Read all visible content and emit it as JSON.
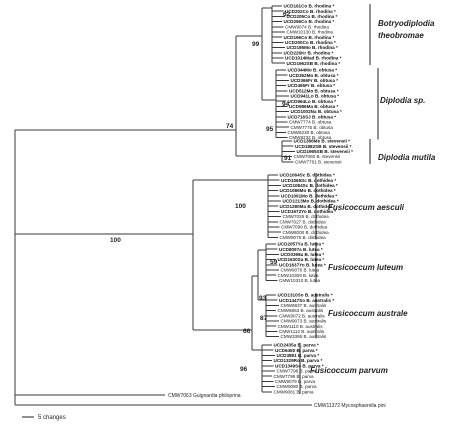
{
  "clades": {
    "botryo": {
      "name_line1": "Botryodiplodia",
      "name_line2": "theobromae",
      "taxa": [
        {
          "label": "UCD191Co B. rhodina *",
          "bold": true
        },
        {
          "label": "UCD202Co B. rhodina *",
          "bold": true
        },
        {
          "label": "UCD205Co B. rhodina *",
          "bold": true
        },
        {
          "label": "UCD256Co B. rhodina *",
          "bold": true
        },
        {
          "label": "CMW9074 B. rhodina",
          "bold": false
        },
        {
          "label": "CMW10130 B. rhodina",
          "bold": false
        },
        {
          "label": "UCD196Co B. rhodina *",
          "bold": true
        },
        {
          "label": "UCD200Co B. rhodina *",
          "bold": true
        },
        {
          "label": "UCD195Mo B. rhodina *",
          "bold": true
        },
        {
          "label": "UCD226Kr B. rhodina *",
          "bold": true
        },
        {
          "label": "UCD1014Mad B. rhodina *",
          "bold": true
        },
        {
          "label": "UCD1962SB B. rhodina *",
          "bold": true
        }
      ]
    },
    "diplodia_sp": {
      "name": "Diplodia sp.",
      "taxa": [
        {
          "label": "UCD344Mo B. obtusa *",
          "bold": true
        },
        {
          "label": "UCD352Mo B. obtusa *",
          "bold": true
        },
        {
          "label": "UCD366Fr B. obtusa *",
          "bold": true
        },
        {
          "label": "UCD465Fr B. obtusa *",
          "bold": true
        },
        {
          "label": "UCD512Mo B. obtusa *",
          "bold": true
        },
        {
          "label": "UCD941Lo B. obtusa *",
          "bold": true
        },
        {
          "label": "UCD964Lo B. obtusa *",
          "bold": true
        },
        {
          "label": "UCD986Ma B. obtusa *",
          "bold": true
        },
        {
          "label": "UCD1002Na B. obtusa *",
          "bold": true
        },
        {
          "label": "UCD716SJ B. obtusa *",
          "bold": true
        },
        {
          "label": "CMW7774 B. obtusa",
          "bold": false
        },
        {
          "label": "CMW7775 B. obtusa",
          "bold": false
        },
        {
          "label": "CMW8230 B. obtusa",
          "bold": false
        },
        {
          "label": "CMW8232 B. obtusa",
          "bold": false
        }
      ]
    },
    "mutila": {
      "name": "Diplodia mutila",
      "taxa": [
        {
          "label": "UCD1386Me B. stevensii *",
          "bold": true
        },
        {
          "label": "UCD1882SB B. stevensii *",
          "bold": true
        },
        {
          "label": "UCD1965SB B. stevensii *",
          "bold": true
        },
        {
          "label": "CMW7060 B. stevensii",
          "bold": false
        },
        {
          "label": "CMW7761 B. stevensii",
          "bold": false
        }
      ]
    },
    "aesculi": {
      "name": "Fusicoccum aesculi",
      "taxa": [
        {
          "label": "UCD1064Sc B. dothidea *",
          "bold": true
        },
        {
          "label": "UCD1065Sc B. dothidea *",
          "bold": true
        },
        {
          "label": "UCD1084Sc B. dothidea *",
          "bold": true
        },
        {
          "label": "UCD1086Mo B. dothidea *",
          "bold": true
        },
        {
          "label": "UCD1091Mo B. dothidea *",
          "bold": true
        },
        {
          "label": "UCD1213Mo B. dothidea *",
          "bold": true
        },
        {
          "label": "UCD1280Ma B. dothidea *",
          "bold": true
        },
        {
          "label": "UCD1672Yo B. dothidea *",
          "bold": true
        },
        {
          "label": "CMW7026 B. dothidea",
          "bold": false
        },
        {
          "label": "CMW7027 B. dothidea",
          "bold": false
        },
        {
          "label": "CMW7099 B. dothidea",
          "bold": false
        },
        {
          "label": "CMW8000 B. dothidea",
          "bold": false
        },
        {
          "label": "CMW9075 B. dothidea",
          "bold": false
        }
      ]
    },
    "luteum": {
      "name": "Fusicoccum luteum",
      "taxa": [
        {
          "label": "UCD2057Ya B. lutea *",
          "bold": true
        },
        {
          "label": "UCD8097a B. lutea *",
          "bold": true
        },
        {
          "label": "UCD0398a B. lutea *",
          "bold": true
        },
        {
          "label": "UCD1630Sa B. lutea *",
          "bold": true
        },
        {
          "label": "UCD1637Yo B. lutea *",
          "bold": true
        },
        {
          "label": "CMW9076 B. lutea",
          "bold": false
        },
        {
          "label": "CMW10309 B. lutea",
          "bold": false
        },
        {
          "label": "CMW10310 B. lutea",
          "bold": false
        }
      ]
    },
    "australe": {
      "name": "Fusicoccum australe",
      "taxa": [
        {
          "label": "UCD1310So B. australis *",
          "bold": true
        },
        {
          "label": "UCD1447So B. australis *",
          "bold": true
        },
        {
          "label": "CMW6837 B. australis",
          "bold": false
        },
        {
          "label": "CMW6853 B. australis",
          "bold": false
        },
        {
          "label": "CMW9072 B. australis",
          "bold": false
        },
        {
          "label": "CMW9073 B. australis",
          "bold": false
        },
        {
          "label": "CMW1110 B. australis",
          "bold": false
        },
        {
          "label": "CMW1112 B. australis",
          "bold": false
        },
        {
          "label": "CMW3386 B. australis",
          "bold": false
        }
      ]
    },
    "parvum": {
      "name": "Fusicoccum parvum",
      "taxa": [
        {
          "label": "UCD2435a B. parva *",
          "bold": true
        },
        {
          "label": "UCD6450 B. parva *",
          "bold": true
        },
        {
          "label": "UCD3891 B. parva *",
          "bold": true
        },
        {
          "label": "UCD1329Ro B. parva *",
          "bold": true
        },
        {
          "label": "UCD1349So B. parva *",
          "bold": true
        },
        {
          "label": "CMW7798 B. parva",
          "bold": false
        },
        {
          "label": "CMW7796 B. parva",
          "bold": false
        },
        {
          "label": "CMW9079 B. parva",
          "bold": false
        },
        {
          "label": "CMW9080 B. parva",
          "bold": false
        },
        {
          "label": "CMW9081 B. parva",
          "bold": false
        }
      ]
    }
  },
  "outgroups": {
    "guignardia": "CMW7063 Guignardia philoprina",
    "mycosphaerella": "CMW11372 Mycosphaerella pini"
  },
  "bootstrap": {
    "b100": "100",
    "b74": "74",
    "b99": "99",
    "b62": "62",
    "b95": "95",
    "b94": "94",
    "b91": "91",
    "b100b": "100",
    "b59": "59",
    "b93": "93",
    "b87": "87",
    "b66": "66",
    "b96": "96"
  },
  "scale_label": "5 changes"
}
